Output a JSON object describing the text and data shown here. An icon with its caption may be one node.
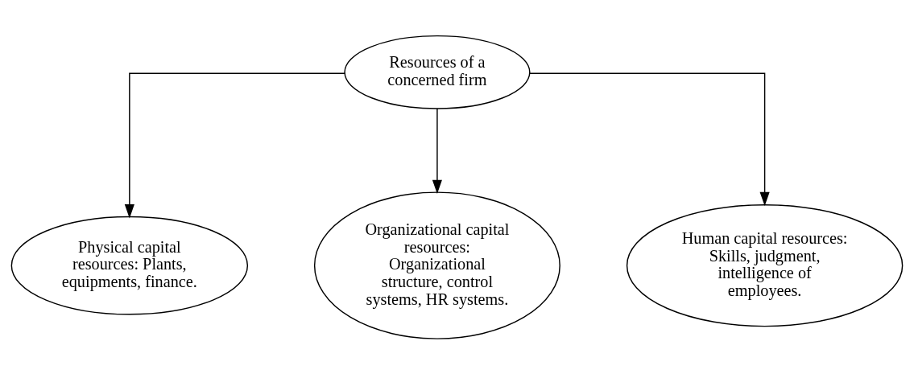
{
  "diagram": {
    "nodes": [
      {
        "text": [
          "Resources of a concerned firm"
        ]
      },
      {
        "text": [
          "Physical capital resources: Plants, equipments, finance."
        ]
      },
      {
        "text": [
          "Organizational capital resources: Organizational structure, control systems, HR systems."
        ]
      },
      {
        "text": [
          "Human capital resources: Skills, judgment, intelligence of employees."
        ]
      }
    ],
    "edges": [
      {
        "from": 0,
        "to": 1,
        "arrow": "to"
      },
      {
        "from": 0,
        "to": 2,
        "arrow": "to"
      },
      {
        "from": 0,
        "to": 3,
        "arrow": "to"
      }
    ]
  }
}
